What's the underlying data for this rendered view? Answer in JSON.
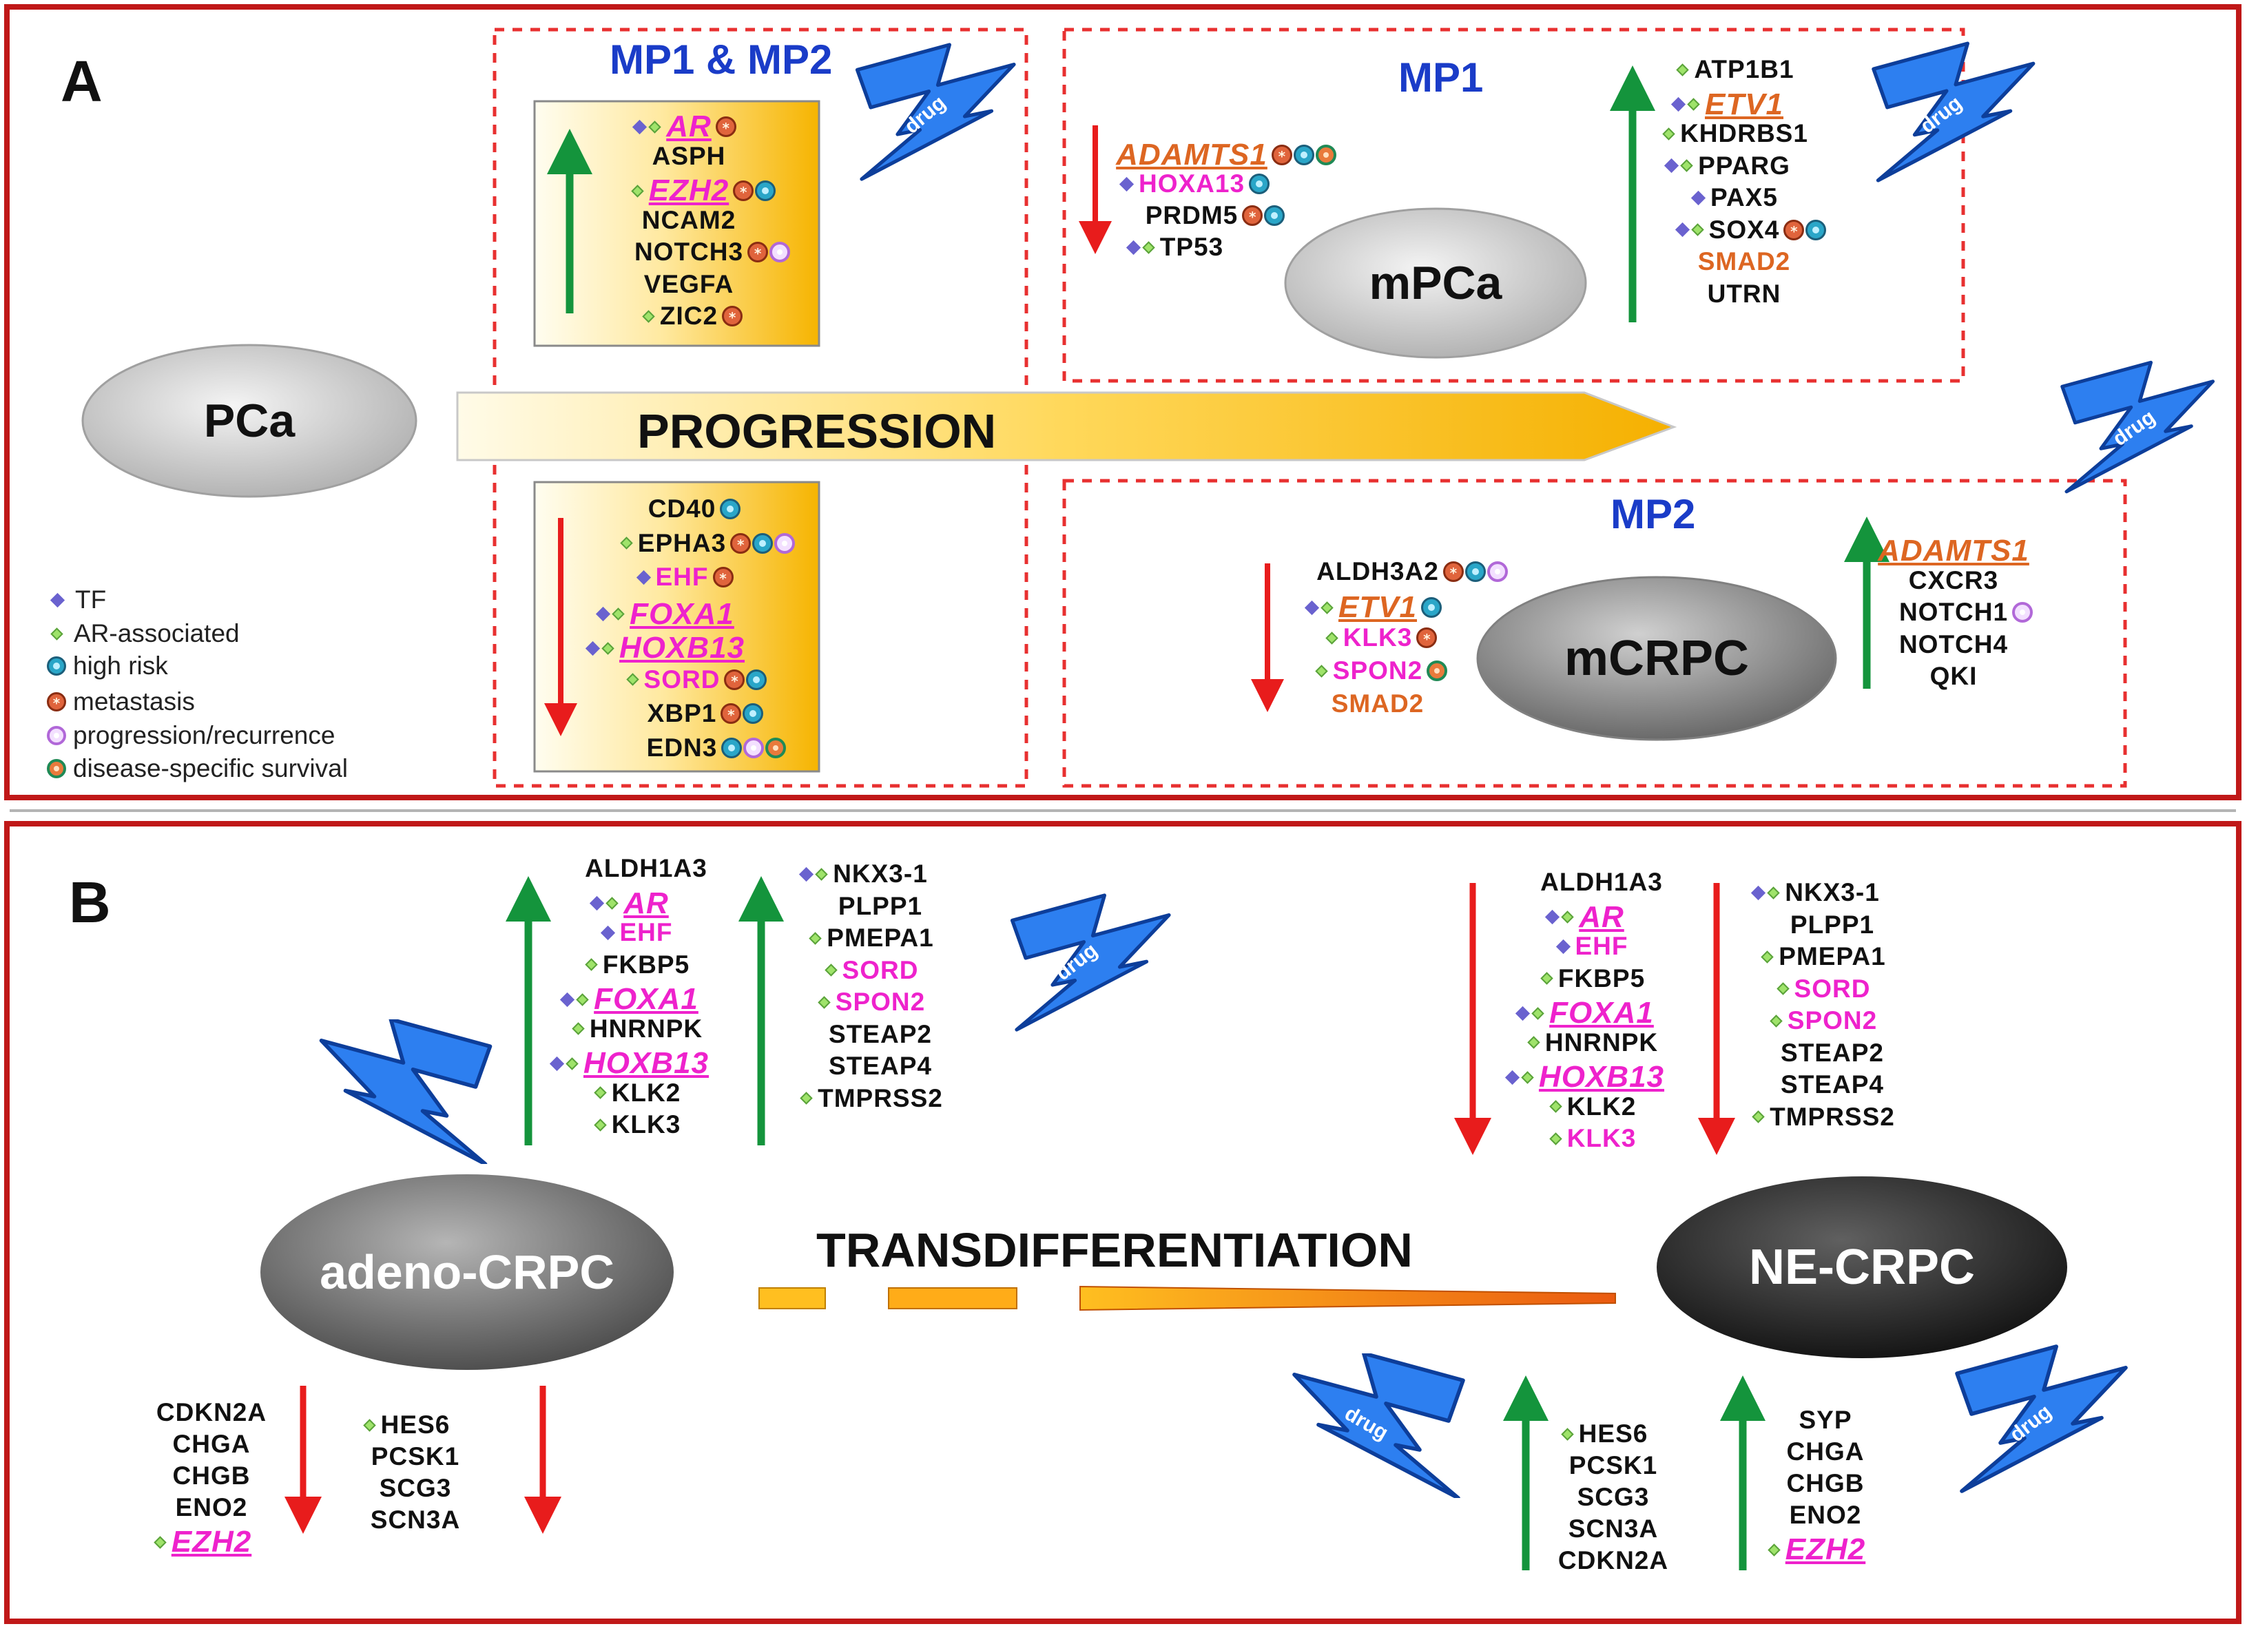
{
  "panel_a": {
    "letter": "A",
    "main_node": "PCa",
    "progression_label": "PROGRESSION",
    "mp12": {
      "title": "MP1 & MP2",
      "up": [
        {
          "name": "AR",
          "style": "italic-magenta",
          "markers": [
            "tf",
            "ar"
          ],
          "risks": [
            "metastasis"
          ]
        },
        {
          "name": "ASPH",
          "style": "black",
          "markers": [],
          "risks": []
        },
        {
          "name": "EZH2",
          "style": "italic-magenta",
          "markers": [
            "ar"
          ],
          "risks": [
            "metastasis",
            "high-risk"
          ]
        },
        {
          "name": "NCAM2",
          "style": "black",
          "markers": [],
          "risks": []
        },
        {
          "name": "NOTCH3",
          "style": "black",
          "markers": [],
          "risks": [
            "metastasis",
            "progression"
          ]
        },
        {
          "name": "VEGFA",
          "style": "black",
          "markers": [],
          "risks": []
        },
        {
          "name": "ZIC2",
          "style": "black",
          "markers": [
            "ar"
          ],
          "risks": [
            "metastasis"
          ]
        }
      ],
      "down": [
        {
          "name": "CD40",
          "style": "black",
          "markers": [],
          "risks": [
            "high-risk"
          ]
        },
        {
          "name": "EPHA3",
          "style": "black",
          "markers": [
            "ar"
          ],
          "risks": [
            "metastasis",
            "high-risk",
            "progression"
          ]
        },
        {
          "name": "EHF",
          "style": "magenta",
          "markers": [
            "tf"
          ],
          "risks": [
            "metastasis"
          ]
        },
        {
          "name": "FOXA1",
          "style": "italic-magenta",
          "markers": [
            "tf",
            "ar"
          ],
          "risks": []
        },
        {
          "name": "HOXB13",
          "style": "italic-magenta",
          "markers": [
            "tf",
            "ar"
          ],
          "risks": []
        },
        {
          "name": "SORD",
          "style": "magenta",
          "markers": [
            "ar"
          ],
          "risks": [
            "metastasis",
            "high-risk"
          ]
        },
        {
          "name": "XBP1",
          "style": "black",
          "markers": [],
          "risks": [
            "metastasis",
            "high-risk"
          ]
        },
        {
          "name": "EDN3",
          "style": "black",
          "markers": [],
          "risks": [
            "high-risk",
            "progression",
            "dss"
          ]
        }
      ]
    },
    "mp1": {
      "title": "MP1",
      "node": "mPCa",
      "down": [
        {
          "name": "ADAMTS1",
          "style": "italic-orange",
          "markers": [],
          "risks": [
            "metastasis",
            "high-risk",
            "dss"
          ]
        },
        {
          "name": "HOXA13",
          "style": "magenta",
          "markers": [
            "tf"
          ],
          "risks": [
            "high-risk"
          ]
        },
        {
          "name": "PRDM5",
          "style": "black",
          "markers": [],
          "risks": [
            "metastasis",
            "high-risk"
          ]
        },
        {
          "name": "TP53",
          "style": "black",
          "markers": [
            "tf",
            "ar"
          ],
          "risks": []
        }
      ],
      "up": [
        {
          "name": "ATP1B1",
          "style": "black",
          "markers": [
            "ar"
          ],
          "risks": []
        },
        {
          "name": "ETV1",
          "style": "italic-orange",
          "markers": [
            "tf",
            "ar"
          ],
          "risks": []
        },
        {
          "name": "KHDRBS1",
          "style": "black",
          "markers": [
            "ar"
          ],
          "risks": []
        },
        {
          "name": "PPARG",
          "style": "black",
          "markers": [
            "tf",
            "ar"
          ],
          "risks": []
        },
        {
          "name": "PAX5",
          "style": "black",
          "markers": [
            "tf"
          ],
          "risks": []
        },
        {
          "name": "SOX4",
          "style": "black",
          "markers": [
            "tf",
            "ar"
          ],
          "risks": [
            "metastasis",
            "high-risk"
          ]
        },
        {
          "name": "SMAD2",
          "style": "orange",
          "markers": [],
          "risks": []
        },
        {
          "name": "UTRN",
          "style": "black",
          "markers": [],
          "risks": []
        }
      ]
    },
    "mp2": {
      "title": "MP2",
      "node": "mCRPC",
      "down": [
        {
          "name": "ALDH3A2",
          "style": "black",
          "markers": [],
          "risks": [
            "metastasis",
            "high-risk",
            "progression"
          ]
        },
        {
          "name": "ETV1",
          "style": "italic-orange",
          "markers": [
            "tf",
            "ar"
          ],
          "risks": [
            "high-risk"
          ]
        },
        {
          "name": "KLK3",
          "style": "magenta",
          "markers": [
            "ar"
          ],
          "risks": [
            "metastasis"
          ]
        },
        {
          "name": "SPON2",
          "style": "magenta",
          "markers": [
            "ar"
          ],
          "risks": [
            "dss"
          ]
        },
        {
          "name": "SMAD2",
          "style": "orange",
          "markers": [],
          "risks": []
        }
      ],
      "up": [
        {
          "name": "ADAMTS1",
          "style": "italic-orange",
          "markers": [],
          "risks": []
        },
        {
          "name": "CXCR3",
          "style": "black",
          "markers": [],
          "risks": []
        },
        {
          "name": "NOTCH1",
          "style": "black",
          "markers": [],
          "risks": [
            "progression"
          ]
        },
        {
          "name": "NOTCH4",
          "style": "black",
          "markers": [],
          "risks": []
        },
        {
          "name": "QKI",
          "style": "black",
          "markers": [],
          "risks": []
        }
      ]
    },
    "legend": [
      {
        "key": "tf",
        "label": "TF"
      },
      {
        "key": "ar",
        "label": "AR-associated"
      },
      {
        "key": "high-risk",
        "label": "high risk"
      },
      {
        "key": "metastasis",
        "label": "metastasis"
      },
      {
        "key": "progression",
        "label": "progression/recurrence"
      },
      {
        "key": "dss",
        "label": "disease-specific survival"
      }
    ]
  },
  "panel_b": {
    "letter": "B",
    "left_node": "adeno-CRPC",
    "right_node": "NE-CRPC",
    "transdiff_label": "TRANSDIFFERENTIATION",
    "adeno_up_1": [
      {
        "name": "ALDH1A3",
        "style": "black",
        "markers": []
      },
      {
        "name": "AR",
        "style": "italic-magenta",
        "markers": [
          "tf",
          "ar"
        ]
      },
      {
        "name": "EHF",
        "style": "magenta",
        "markers": [
          "tf"
        ]
      },
      {
        "name": "FKBP5",
        "style": "black",
        "markers": [
          "ar"
        ]
      },
      {
        "name": "FOXA1",
        "style": "italic-magenta",
        "markers": [
          "tf",
          "ar"
        ]
      },
      {
        "name": "HNRNPK",
        "style": "black",
        "markers": [
          "ar"
        ]
      },
      {
        "name": "HOXB13",
        "style": "italic-magenta",
        "markers": [
          "tf",
          "ar"
        ]
      },
      {
        "name": "KLK2",
        "style": "black",
        "markers": [
          "ar"
        ]
      },
      {
        "name": "KLK3",
        "style": "black",
        "markers": [
          "ar"
        ]
      }
    ],
    "adeno_up_2": [
      {
        "name": "NKX3-1",
        "style": "black",
        "markers": [
          "tf",
          "ar"
        ]
      },
      {
        "name": "PLPP1",
        "style": "black",
        "markers": []
      },
      {
        "name": "PMEPA1",
        "style": "black",
        "markers": [
          "ar"
        ]
      },
      {
        "name": "SORD",
        "style": "magenta",
        "markers": [
          "ar"
        ]
      },
      {
        "name": "SPON2",
        "style": "magenta",
        "markers": [
          "ar"
        ]
      },
      {
        "name": "STEAP2",
        "style": "black",
        "markers": []
      },
      {
        "name": "STEAP4",
        "style": "black",
        "markers": []
      },
      {
        "name": "TMPRSS2",
        "style": "black",
        "markers": [
          "ar"
        ]
      }
    ],
    "ne_down_1": [
      {
        "name": "ALDH1A3",
        "style": "black",
        "markers": []
      },
      {
        "name": "AR",
        "style": "italic-magenta",
        "markers": [
          "tf",
          "ar"
        ]
      },
      {
        "name": "EHF",
        "style": "magenta",
        "markers": [
          "tf"
        ]
      },
      {
        "name": "FKBP5",
        "style": "black",
        "markers": [
          "ar"
        ]
      },
      {
        "name": "FOXA1",
        "style": "italic-magenta",
        "markers": [
          "tf",
          "ar"
        ]
      },
      {
        "name": "HNRNPK",
        "style": "black",
        "markers": [
          "ar"
        ]
      },
      {
        "name": "HOXB13",
        "style": "italic-magenta",
        "markers": [
          "tf",
          "ar"
        ]
      },
      {
        "name": "KLK2",
        "style": "black",
        "markers": [
          "ar"
        ]
      },
      {
        "name": "KLK3",
        "style": "magenta",
        "markers": [
          "ar"
        ]
      }
    ],
    "ne_down_2": [
      {
        "name": "NKX3-1",
        "style": "black",
        "markers": [
          "tf",
          "ar"
        ]
      },
      {
        "name": "PLPP1",
        "style": "black",
        "markers": []
      },
      {
        "name": "PMEPA1",
        "style": "black",
        "markers": [
          "ar"
        ]
      },
      {
        "name": "SORD",
        "style": "magenta",
        "markers": [
          "ar"
        ]
      },
      {
        "name": "SPON2",
        "style": "magenta",
        "markers": [
          "ar"
        ]
      },
      {
        "name": "STEAP2",
        "style": "black",
        "markers": []
      },
      {
        "name": "STEAP4",
        "style": "black",
        "markers": []
      },
      {
        "name": "TMPRSS2",
        "style": "black",
        "markers": [
          "ar"
        ]
      }
    ],
    "adeno_down_1": [
      {
        "name": "CDKN2A",
        "style": "black",
        "markers": []
      },
      {
        "name": "CHGA",
        "style": "black",
        "markers": []
      },
      {
        "name": "CHGB",
        "style": "black",
        "markers": []
      },
      {
        "name": "ENO2",
        "style": "black",
        "markers": []
      },
      {
        "name": "EZH2",
        "style": "italic-magenta",
        "markers": [
          "ar"
        ]
      }
    ],
    "adeno_down_2": [
      {
        "name": "HES6",
        "style": "black",
        "markers": [
          "ar"
        ]
      },
      {
        "name": "PCSK1",
        "style": "black",
        "markers": []
      },
      {
        "name": "SCG3",
        "style": "black",
        "markers": []
      },
      {
        "name": "SCN3A",
        "style": "black",
        "markers": []
      }
    ],
    "ne_up_1": [
      {
        "name": "HES6",
        "style": "black",
        "markers": [
          "ar"
        ]
      },
      {
        "name": "PCSK1",
        "style": "black",
        "markers": []
      },
      {
        "name": "SCG3",
        "style": "black",
        "markers": []
      },
      {
        "name": "SCN3A",
        "style": "black",
        "markers": []
      },
      {
        "name": "CDKN2A",
        "style": "black",
        "markers": []
      }
    ],
    "ne_up_2": [
      {
        "name": "SYP",
        "style": "black",
        "markers": []
      },
      {
        "name": "CHGA",
        "style": "black",
        "markers": []
      },
      {
        "name": "CHGB",
        "style": "black",
        "markers": []
      },
      {
        "name": "ENO2",
        "style": "black",
        "markers": []
      },
      {
        "name": "EZH2",
        "style": "italic-magenta",
        "markers": [
          "ar"
        ]
      }
    ]
  },
  "drug_label": "drug",
  "colors": {
    "frame": "#c01818",
    "dash": "#e83030",
    "up_arrow": "#14943c",
    "down_arrow": "#e81c1c",
    "title_blue": "#1a3cc8",
    "magenta": "#ee22cc",
    "orange": "#dd6622",
    "bolt": "#2d7ff0"
  }
}
